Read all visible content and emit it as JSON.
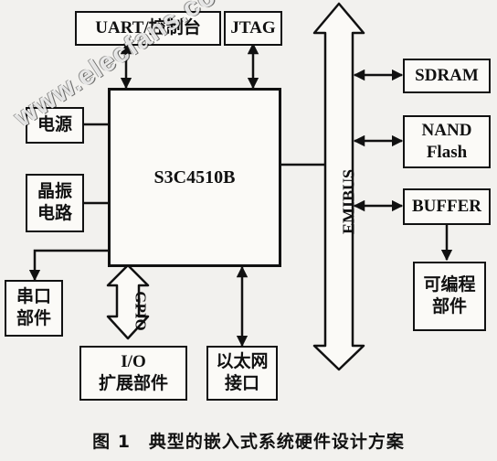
{
  "blocks": {
    "uart": "UART/控制台",
    "jtag": "JTAG",
    "power": "电源",
    "osc_line1": "晶振",
    "osc_line2": "电路",
    "cpu": "S3C4510B",
    "serial_line1": "串口",
    "serial_line2": "部件",
    "io_line1": "I/O",
    "io_line2": "扩展部件",
    "eth_line1": "以太网",
    "eth_line2": "接口",
    "sdram": "SDRAM",
    "nand_line1": "NAND",
    "nand_line2": "Flash",
    "buffer": "BUFFER",
    "prog_line1": "可编程",
    "prog_line2": "部件"
  },
  "buses": {
    "gpio": "GPIO",
    "emibus": "EMIBUS"
  },
  "caption": "图 1　典型的嵌入式系统硬件设计方案",
  "watermark": "www.elecfans.com"
}
